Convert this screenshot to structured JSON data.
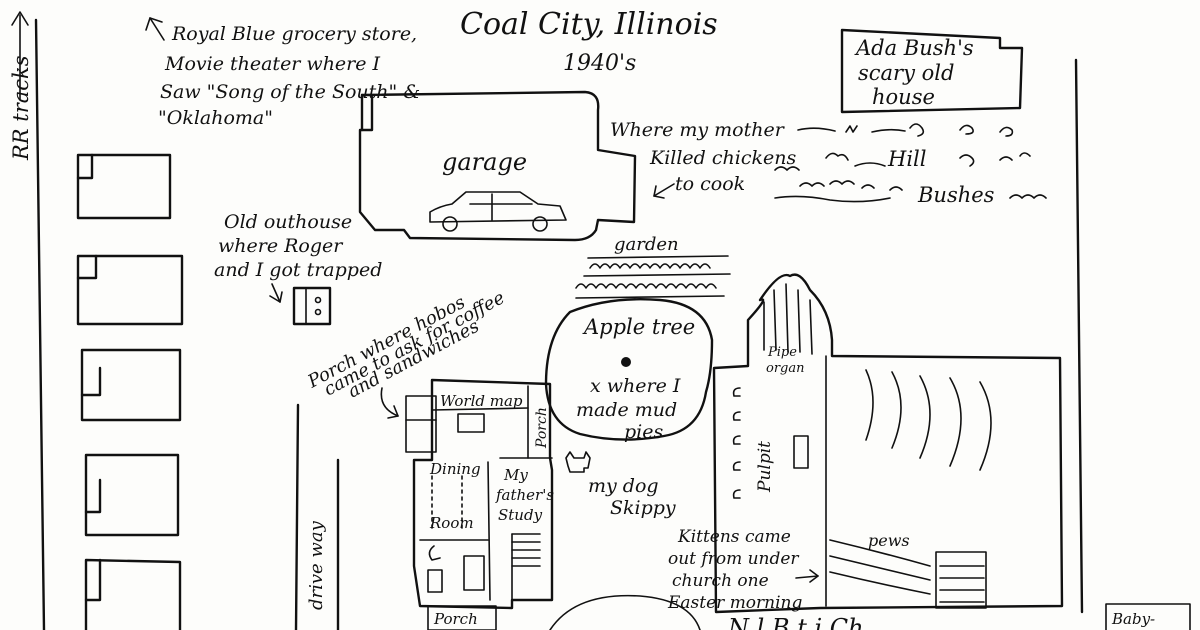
{
  "map": {
    "title": "Coal City, Illinois",
    "subtitle": "1940's",
    "labels": {
      "rr_tracks": "RR tracks",
      "royal_blue_1": "Royal Blue grocery store,",
      "royal_blue_2": "Movie theater where I",
      "royal_blue_3": "Saw \"Song of the South\" &",
      "royal_blue_4": "\"Oklahoma\"",
      "ada_1": "Ada Bush's",
      "ada_2": "scary old",
      "ada_3": "house",
      "garage": "garage",
      "chickens_1": "Where my mother",
      "chickens_2": "Killed chickens",
      "chickens_3": "to cook",
      "hill": "Hill",
      "bushes": "Bushes",
      "outhouse_1": "Old outhouse",
      "outhouse_2": "where Roger",
      "outhouse_3": "and I got trapped",
      "garden": "garden",
      "hobos_1": "Porch where hobos",
      "hobos_2": "came to ask for coffee",
      "hobos_3": "and sandwiches",
      "apple_tree": "Apple tree",
      "mud_1": "x where I",
      "mud_2": "made mud",
      "mud_3": "pies",
      "world_map": "World map",
      "porch_side": "Porch",
      "dining": "Dining",
      "room": "Room",
      "study_1": "My",
      "study_2": "father's",
      "study_3": "Study",
      "dog_1": "my dog",
      "dog_2": "Skippy",
      "pipe_organ_1": "Pipe",
      "pipe_organ_2": "organ",
      "pulpit": "Pulpit",
      "pews": "pews",
      "kittens_1": "Kittens came",
      "kittens_2": "out from under",
      "kittens_3": "church one",
      "kittens_4": "Easter morning",
      "drive_way": "drive way",
      "porch_bottom": "Porch",
      "baby": "Baby-",
      "bottom_cut": "N     l    B   t i   Ch"
    }
  }
}
